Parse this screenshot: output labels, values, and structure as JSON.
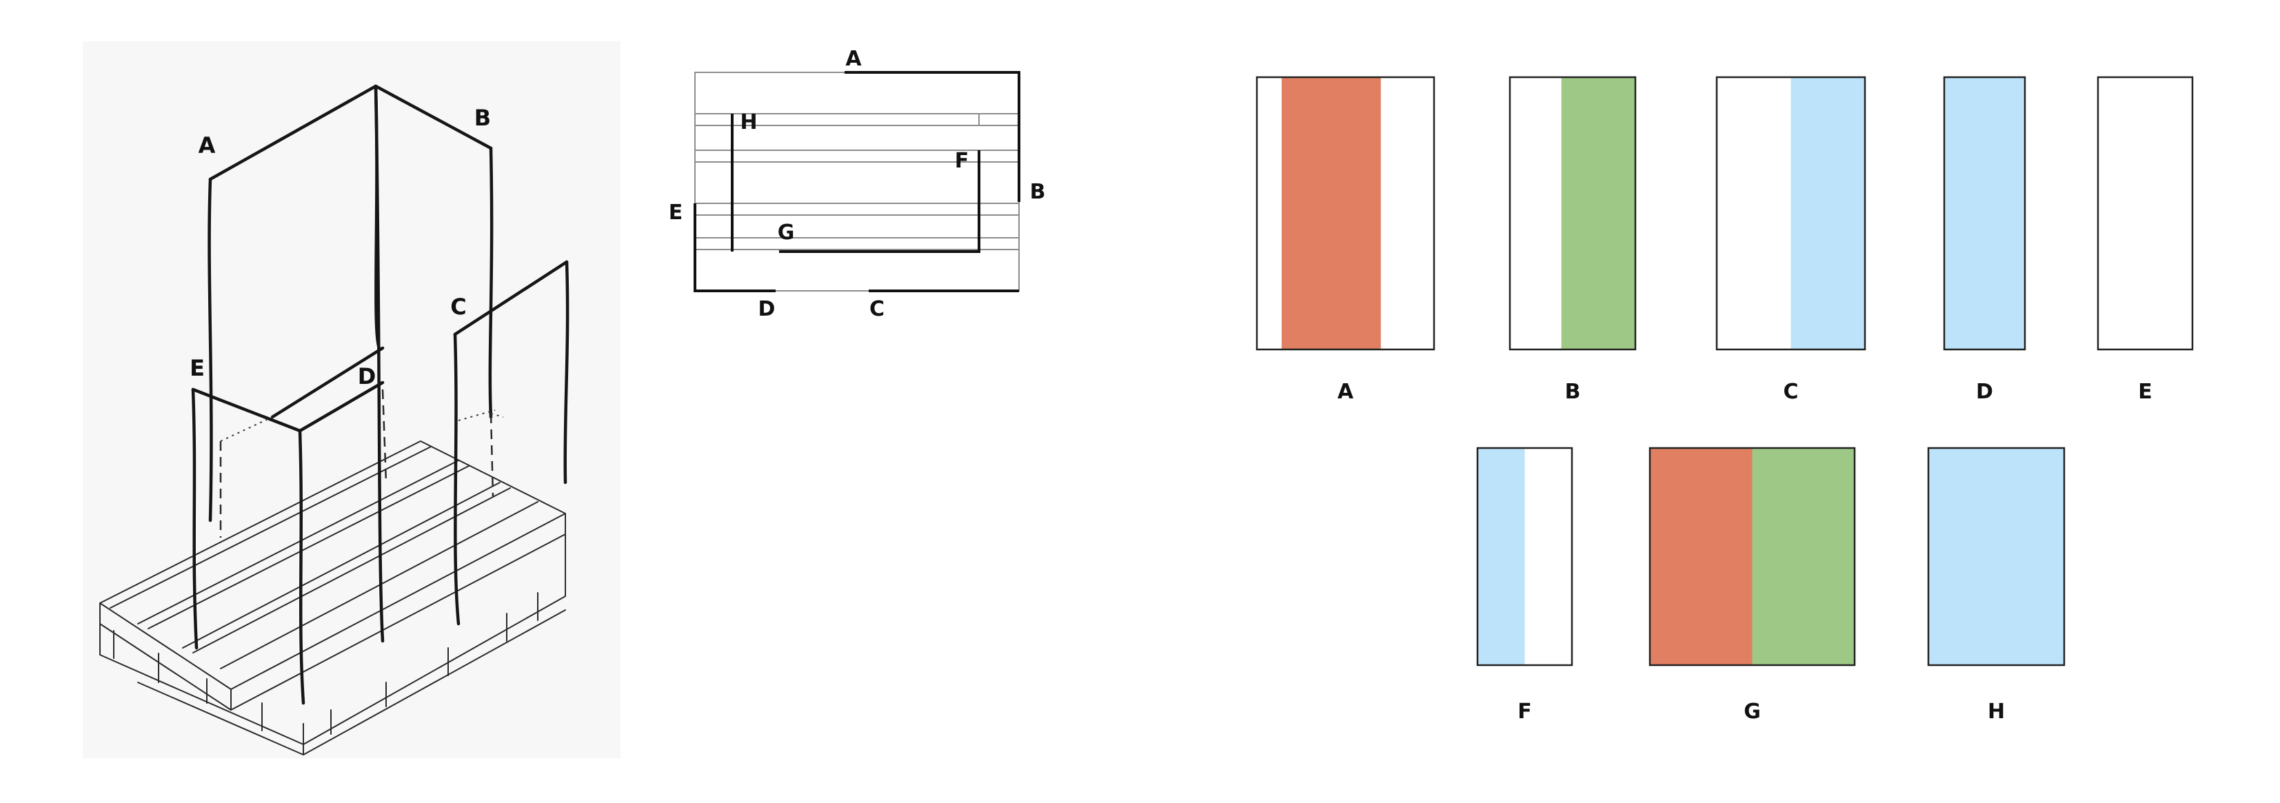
{
  "colors": {
    "red": "#E07F62",
    "green": "#9EC886",
    "blue": "#BDE3FA",
    "white": "#FFFFFF"
  },
  "sketch": {
    "labels": [
      "A",
      "B",
      "C",
      "D",
      "E"
    ]
  },
  "plan": {
    "labels": [
      "A",
      "B",
      "C",
      "D",
      "E",
      "F",
      "G",
      "H"
    ]
  },
  "panels": [
    {
      "label": "A",
      "bands": [
        {
          "from": 0.0,
          "to": 0.14,
          "color": "white"
        },
        {
          "from": 0.14,
          "to": 0.7,
          "color": "red"
        },
        {
          "from": 0.7,
          "to": 1.0,
          "color": "white"
        }
      ]
    },
    {
      "label": "B",
      "bands": [
        {
          "from": 0.0,
          "to": 0.41,
          "color": "white"
        },
        {
          "from": 0.41,
          "to": 1.0,
          "color": "green"
        }
      ]
    },
    {
      "label": "C",
      "bands": [
        {
          "from": 0.0,
          "to": 0.5,
          "color": "white"
        },
        {
          "from": 0.5,
          "to": 1.0,
          "color": "blue"
        }
      ]
    },
    {
      "label": "D",
      "bands": [
        {
          "from": 0.0,
          "to": 1.0,
          "color": "blue"
        }
      ]
    },
    {
      "label": "E",
      "bands": [
        {
          "from": 0.0,
          "to": 1.0,
          "color": "white"
        }
      ]
    },
    {
      "label": "F",
      "bands": [
        {
          "from": 0.0,
          "to": 0.5,
          "color": "blue"
        },
        {
          "from": 0.5,
          "to": 1.0,
          "color": "white"
        }
      ]
    },
    {
      "label": "G",
      "bands": [
        {
          "from": 0.0,
          "to": 0.5,
          "color": "red"
        },
        {
          "from": 0.5,
          "to": 1.0,
          "color": "green"
        }
      ]
    },
    {
      "label": "H",
      "bands": [
        {
          "from": 0.0,
          "to": 1.0,
          "color": "blue"
        }
      ]
    }
  ]
}
